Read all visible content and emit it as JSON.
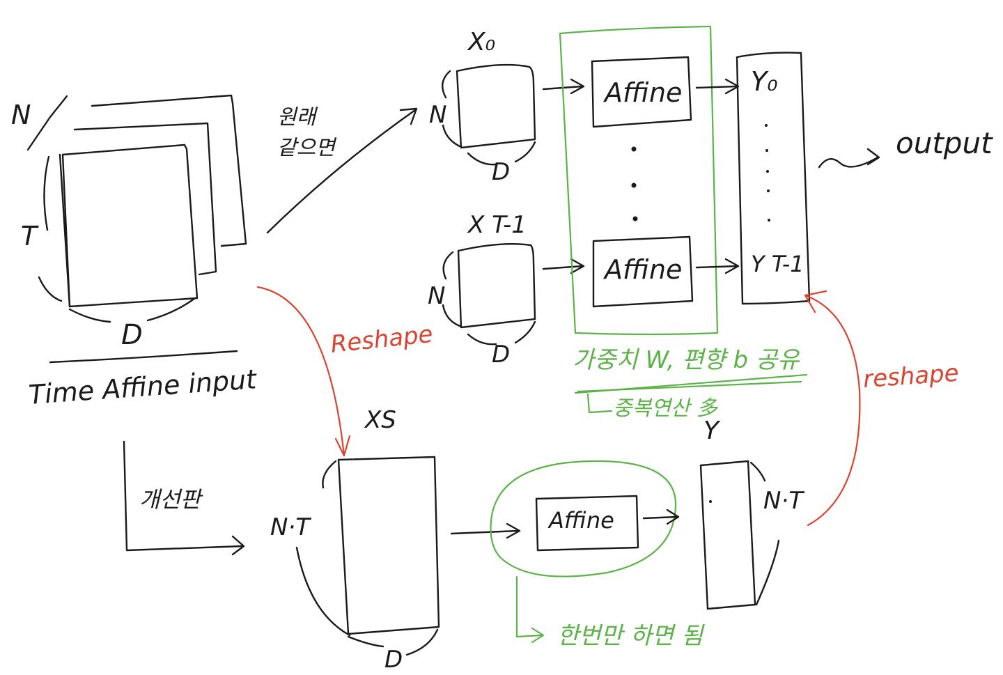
{
  "input_block": {
    "n_label": "N",
    "t_label": "T",
    "d_label": "D",
    "caption": "Time Affine input"
  },
  "separate_note": [
    "원래",
    "같으면"
  ],
  "top_path": {
    "x0_label": "X₀",
    "x0_n": "N",
    "x0_d": "D",
    "xt_label": "X T-1",
    "xt_n": "N",
    "xt_d": "D",
    "affine_top": "Affine",
    "affine_bottom": "Affine",
    "y0_label": "Y₀",
    "yt_label": "Y T-1",
    "output_label": "output"
  },
  "shared_note": {
    "line1": "가중치 W, 편향 b 공유",
    "line2": "중복연산 多"
  },
  "reshape_left": "Reshape",
  "reshape_right": "reshape",
  "improved_label": "개선판",
  "bottom_path": {
    "xs_label": "XS",
    "nt_left": "N·T",
    "d_label": "D",
    "affine_label": "Affine",
    "y_label": "Y",
    "nt_right": "N·T",
    "once_note": "한번만 하면 됨"
  },
  "colors": {
    "ink": "#1a1a1a",
    "red": "#d9432f",
    "green": "#5bb347"
  }
}
